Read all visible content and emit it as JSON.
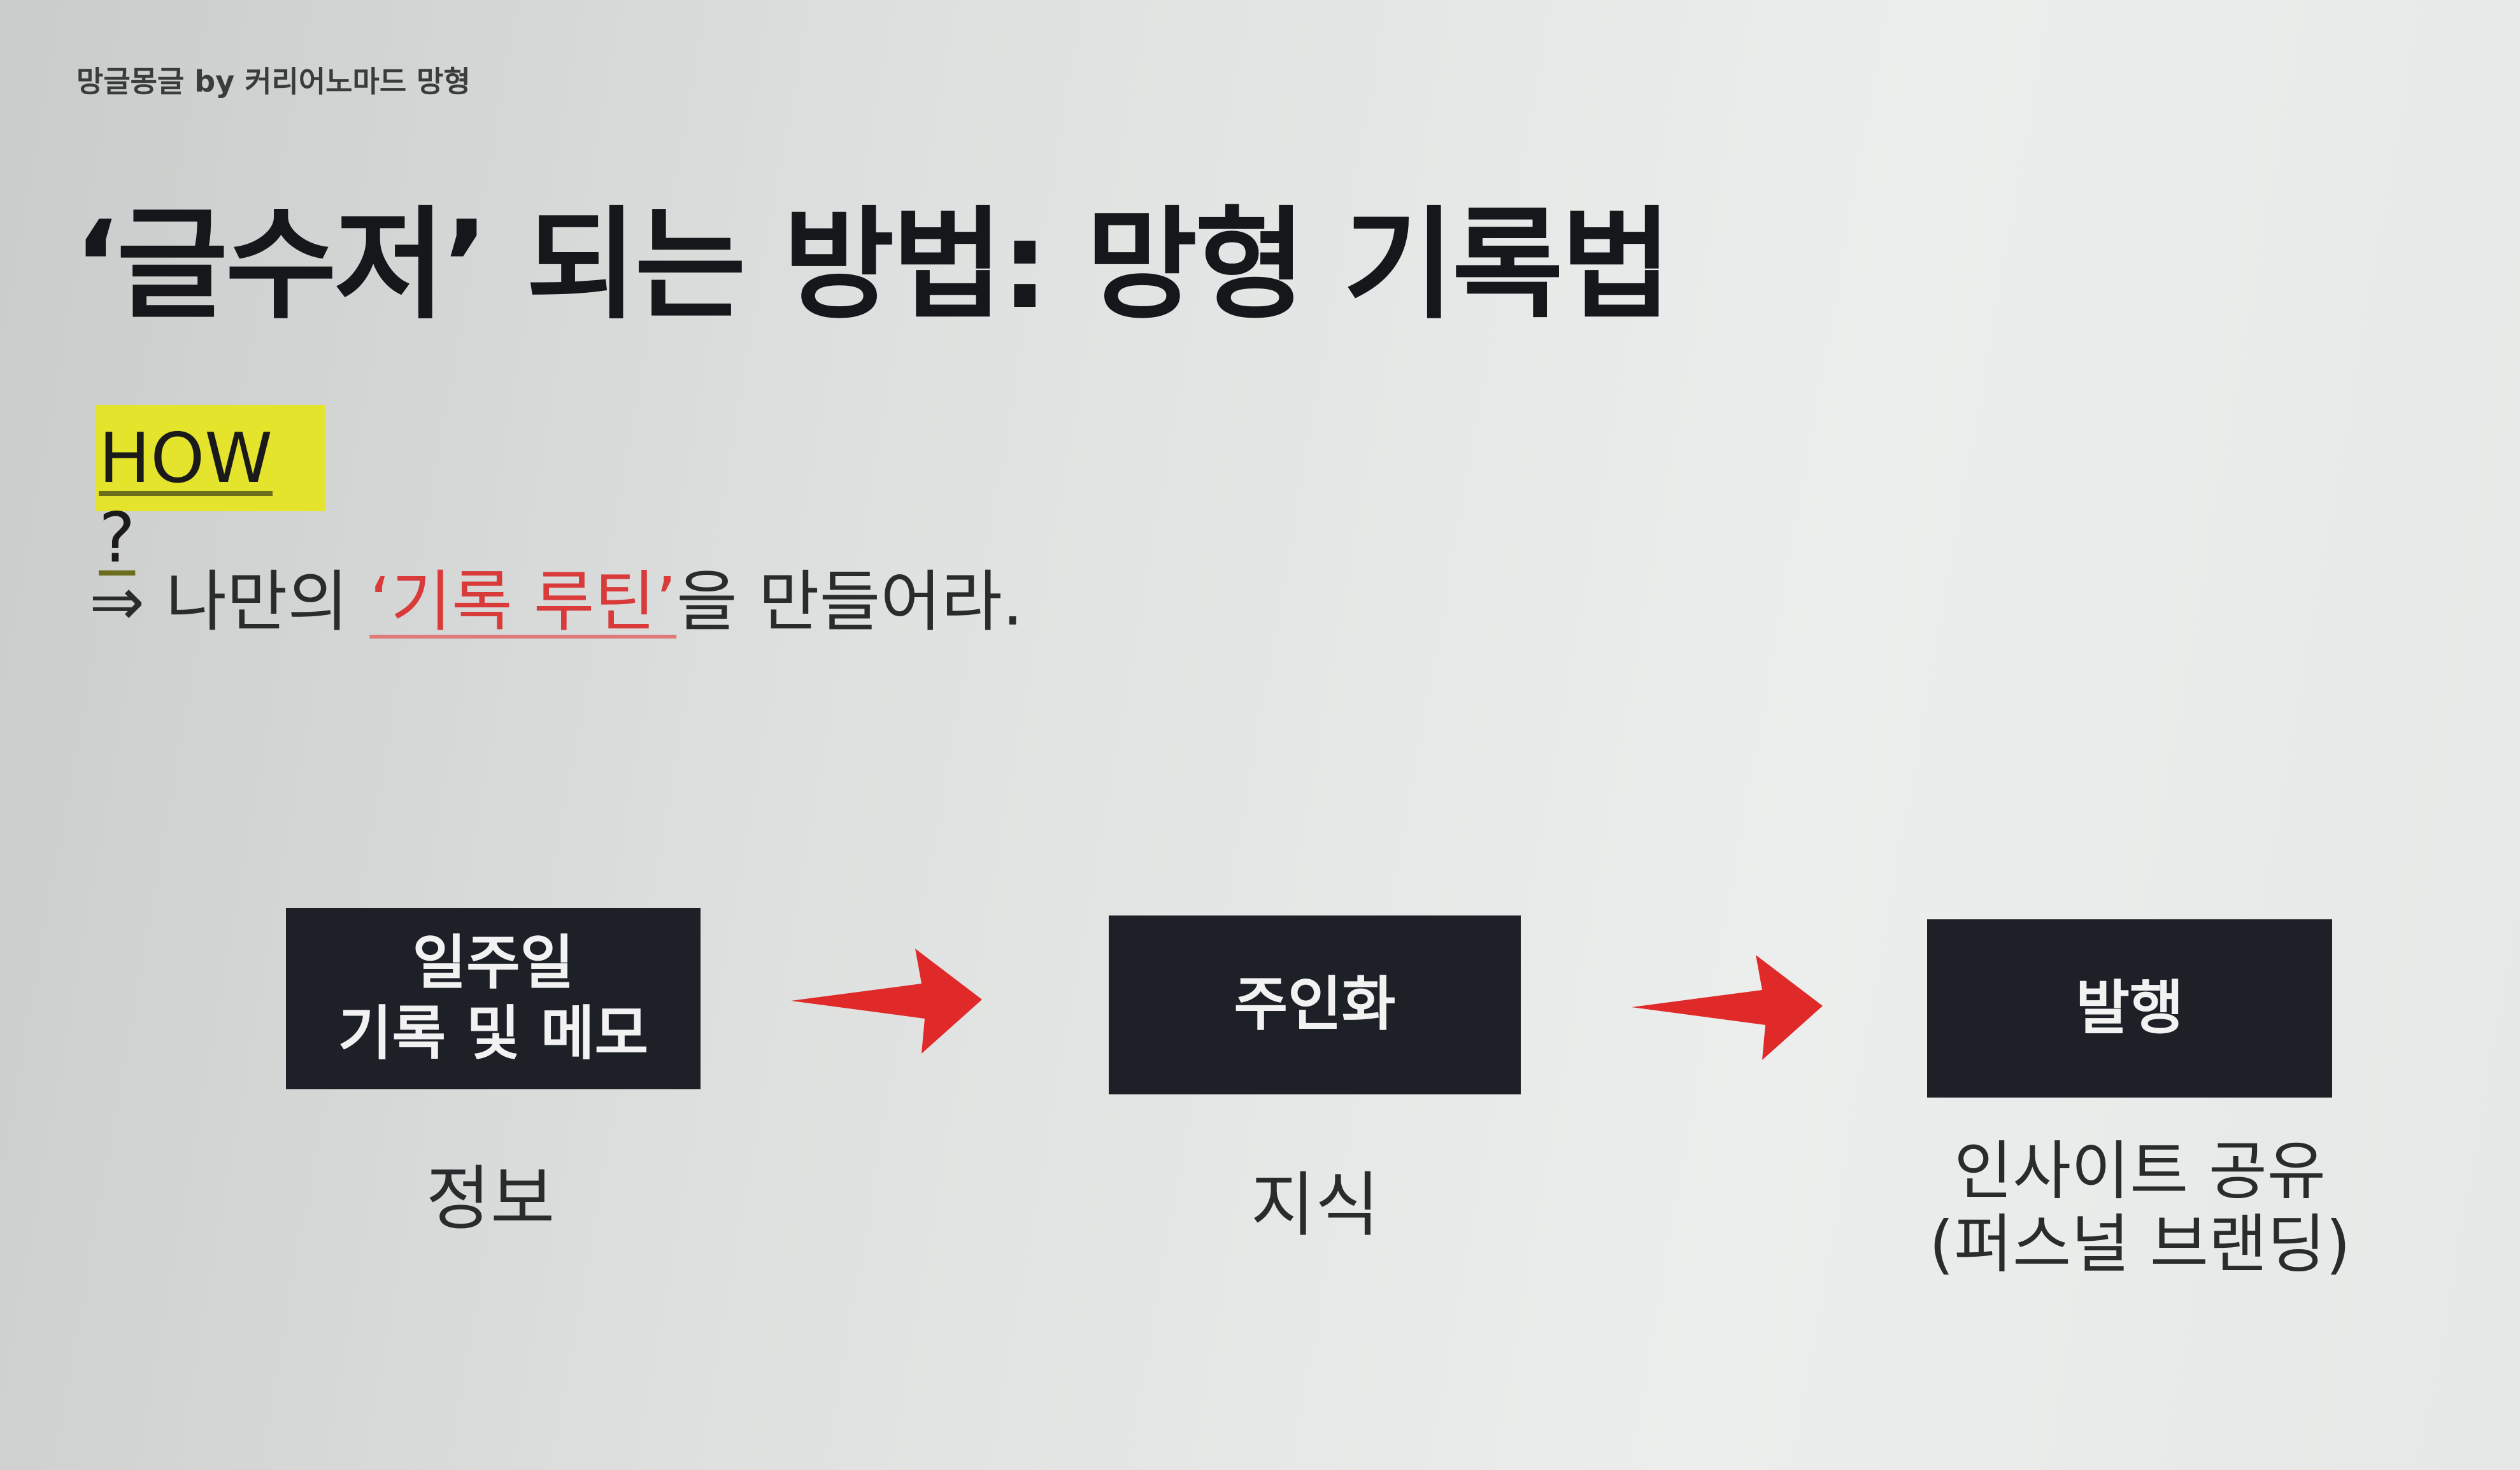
{
  "header": {
    "brand": "망글몽글 by 커리어노마드 망형"
  },
  "slide": {
    "title": "‘글수저’ 되는 방법: 망형 기록법",
    "how": "HOW ?",
    "instruction": {
      "prefix": "⇒ 나만의 ",
      "highlight": "‘기록 루틴’",
      "suffix": "을 만들어라."
    },
    "steps": [
      {
        "box_lines": [
          "일주일",
          "기록 및 메모"
        ],
        "label_lines": [
          "정보"
        ]
      },
      {
        "box_lines": [
          "주인화"
        ],
        "label_lines": [
          "지식"
        ]
      },
      {
        "box_lines": [
          "발행"
        ],
        "label_lines": [
          "인사이트 공유",
          "(퍼스널 브랜딩)"
        ]
      }
    ],
    "colors": {
      "highlight": "#e4e42c",
      "accent_red": "#d93a3a",
      "box": "#1e2028",
      "arrow": "#e02a2a"
    }
  }
}
